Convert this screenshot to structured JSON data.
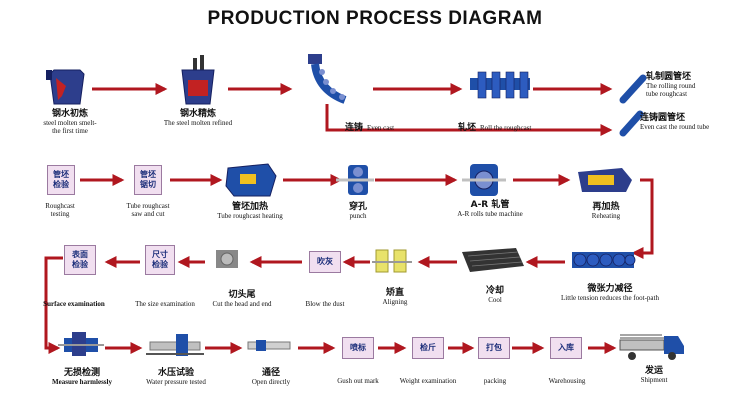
{
  "title": "PRODUCTION PROCESS DIAGRAM",
  "colors": {
    "arrow": "#b0171f",
    "machine": "#1f4fa8",
    "box_fill": "#f1dff0",
    "box_text": "#1c2e7a"
  },
  "row1": {
    "s1": {
      "cn": "钢水初炼",
      "en1": "steel molten smelt-",
      "en2": "the first time"
    },
    "s2": {
      "cn": "钢水精炼",
      "en": "The steel molten refined"
    },
    "s3": {
      "cn": "连铸",
      "en": "Even cast"
    },
    "s4": {
      "cn": "轧坯",
      "en": "Roll the roughcast"
    },
    "s5": {
      "cn": "轧制圆管坯",
      "en1": "The rolling round",
      "en2": "tube roughcast"
    },
    "s6": {
      "cn": "连铸圆管坯",
      "en": "Even cast the round tube"
    }
  },
  "row2": {
    "s1": {
      "box1": "管坯",
      "box2": "检验",
      "en1": "Roughcast",
      "en2": "testing"
    },
    "s2": {
      "box1": "管坯",
      "box2": "锯切",
      "en1": "Tube roughcast",
      "en2": "saw and cut"
    },
    "s3": {
      "cn": "管坯加热",
      "en": "Tube roughcast heating"
    },
    "s4": {
      "cn": "穿孔",
      "en": "punch"
    },
    "s5": {
      "cn": "A-R 轧管",
      "en": "A-R rolls tube machine"
    },
    "s6": {
      "cn": "再加热",
      "en": "Reheating"
    }
  },
  "row3": {
    "s1": {
      "box1": "表面",
      "box2": "检验",
      "en": "Surface examination"
    },
    "s2": {
      "box1": "尺寸",
      "box2": "检验",
      "en": "The size examination"
    },
    "s3": {
      "cn": "切头尾",
      "en": "Cut the head and end"
    },
    "s4": {
      "box": "吹灰",
      "en": "Blow the dust"
    },
    "s5": {
      "cn": "矫直",
      "en": "Aligning"
    },
    "s6": {
      "cn": "冷却",
      "en": "Cool"
    },
    "s7": {
      "cn": "微张力减径",
      "en": "Little tension reduces the foot-path"
    }
  },
  "row4": {
    "s1": {
      "cn": "无损检测",
      "en": "Measure harmlessly"
    },
    "s2": {
      "cn": "水压试验",
      "en": "Water pressure tested"
    },
    "s3": {
      "cn": "通径",
      "en": "Open directly"
    },
    "s4": {
      "box": "喷标",
      "en": "Gush out mark"
    },
    "s5": {
      "box": "检斤",
      "en": "Weight examination"
    },
    "s6": {
      "box": "打包",
      "en": "packing"
    },
    "s7": {
      "box": "入库",
      "en": "Warehousing"
    },
    "s8": {
      "cn": "发运",
      "en": "Shipment"
    }
  }
}
